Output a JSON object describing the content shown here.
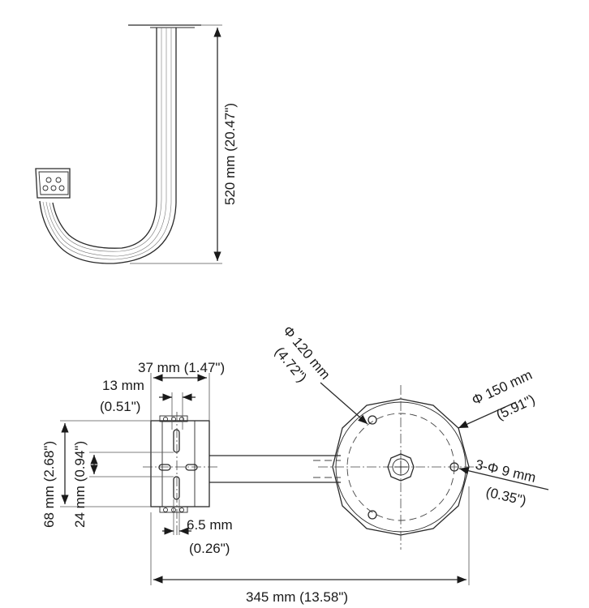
{
  "labels": {
    "height": "520 mm  (20.47\")",
    "plate_width_mm": "37 mm (1.47\")",
    "slot_width_mm": "13 mm",
    "slot_width_in": "(0.51\")",
    "plate_height_mm": "68 mm  (2.68\")",
    "slot_spacing_mm": "24 mm  (0.94\")",
    "slot_hole_mm": "6.5 mm",
    "slot_hole_in": "(0.26\")",
    "bolt_circle_mm": "Φ 120 mm",
    "bolt_circle_in": "(4.72\")",
    "flange_dia_mm": "Φ 150 mm",
    "flange_dia_in": "(5.91\")",
    "holes_mm": "3-Φ 9 mm",
    "holes_in": "(0.35\")",
    "total_length": "345 mm (13.58\")"
  }
}
